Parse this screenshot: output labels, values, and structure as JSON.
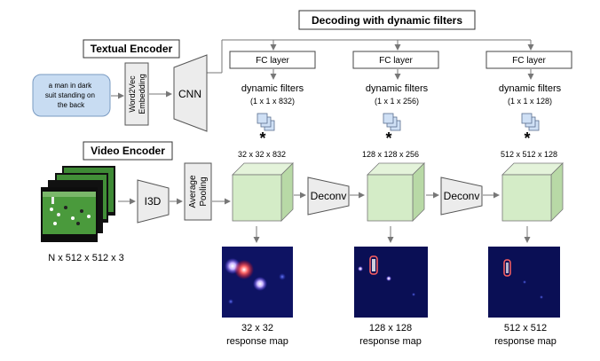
{
  "decoding": {
    "title": "Decoding with dynamic filters"
  },
  "textual_encoder": {
    "title": "Textual Encoder",
    "caption": [
      "a man in dark",
      "suit standing on",
      "the back"
    ],
    "word2vec": [
      "Word2Vec",
      "Embedding"
    ],
    "cnn": "CNN"
  },
  "video_encoder": {
    "title": "Video Encoder",
    "input_dims": "N x 512 x 512 x 3",
    "i3d": "I3D",
    "pooling": [
      "Average",
      "Pooling"
    ]
  },
  "branches": [
    {
      "fc": "FC layer",
      "filters": "dynamic filters",
      "filter_dims": "(1 x 1 x 832)",
      "star": "*",
      "feature_dims": "32 x 32 x 832",
      "map_size": "32 x 32",
      "map_label": "response map"
    },
    {
      "fc": "FC layer",
      "filters": "dynamic filters",
      "filter_dims": "(1 x 1 x 256)",
      "star": "*",
      "feature_dims": "128 x 128 x 256",
      "map_size": "128 x 128",
      "map_label": "response map"
    },
    {
      "fc": "FC layer",
      "filters": "dynamic filters",
      "filter_dims": "(1 x 1 x 128)",
      "star": "*",
      "feature_dims": "512 x 512 x 128",
      "map_size": "512 x 512",
      "map_label": "response map"
    }
  ],
  "deconv": [
    "Deconv",
    "Deconv"
  ],
  "colors": {
    "caption_fill": "#c8dcf2",
    "cube_front": "#d4ecc7",
    "cube_top": "#e4f3da",
    "cube_side": "#b8d9a6",
    "trapezoid": "#ececec",
    "filter_fill": "#cfe0f5",
    "map_bg": "#0a0f55"
  }
}
